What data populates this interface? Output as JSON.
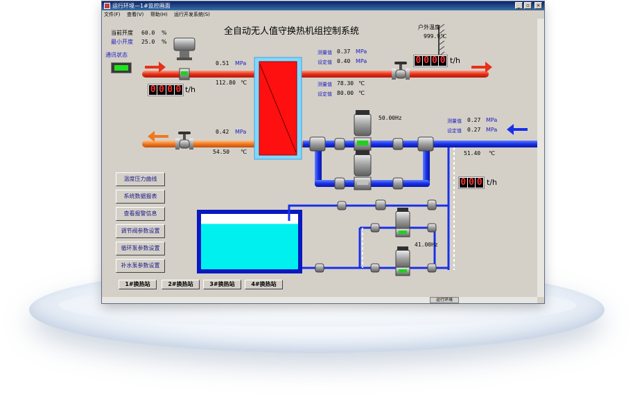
{
  "window": {
    "title": "运行环境—1#监控画面",
    "menu": [
      "文件(F)",
      "查看(V)",
      "帮助(H)",
      "运行开发系统(S)"
    ],
    "status_label": "运行环境"
  },
  "header": {
    "title": "全自动无人值守换热机组控制系统"
  },
  "valve_opening": {
    "current_label": "当前开度",
    "current_value": "60.0",
    "current_unit": "%",
    "min_label": "最小开度",
    "min_value": "25.0",
    "min_unit": "%"
  },
  "comm": {
    "label": "通讯状态"
  },
  "outdoor": {
    "label": "户外温度",
    "value": "999.9℃"
  },
  "primary_supply": {
    "pressure": "0.51",
    "pressure_unit": "MPa",
    "temperature": "112.80",
    "temp_unit": "℃",
    "flow_digits": [
      "0",
      "0",
      "0",
      "0"
    ],
    "flow_unit": "t/h"
  },
  "primary_return": {
    "pressure": "0.42",
    "pressure_unit": "MPa",
    "temperature": "54.50",
    "temp_unit": "℃"
  },
  "secondary_supply": {
    "measured_label": "测量值",
    "set_label": "设定值",
    "pressure_measured": "0.37",
    "pressure_set": "0.40",
    "pressure_unit": "MPa",
    "temp_measured": "78.30",
    "temp_set": "80.00",
    "temp_unit": "℃",
    "flow_digits": [
      "0",
      "0",
      "0",
      "0"
    ],
    "flow_unit": "t/h"
  },
  "secondary_return": {
    "measured_label": "测量值",
    "set_label": "设定值",
    "pressure_measured": "0.27",
    "pressure_set": "0.27",
    "pressure_unit": "MPa",
    "temperature": "51.40",
    "temp_unit": "℃"
  },
  "circulation_pump": {
    "frequency": "50.00Hz"
  },
  "makeup_pump": {
    "frequency": "41.00Hz"
  },
  "makeup_flow": {
    "digits": [
      "0",
      "0",
      "0"
    ],
    "unit": "t/h"
  },
  "tank": {
    "level": 0.82
  },
  "buttons": [
    "温度压力曲线",
    "系统数据报表",
    "查看报警信息",
    "调节阀参数设置",
    "循环泵参数设置",
    "补水泵参数设置"
  ],
  "stations": [
    "1#换热站",
    "2#换热站",
    "3#换热站",
    "4#换热站"
  ],
  "colors": {
    "hot": "#e83018",
    "warm": "#f07820",
    "cold": "#1830e8",
    "tank_water": "#00f0f0",
    "exchanger": "#ff1010"
  }
}
